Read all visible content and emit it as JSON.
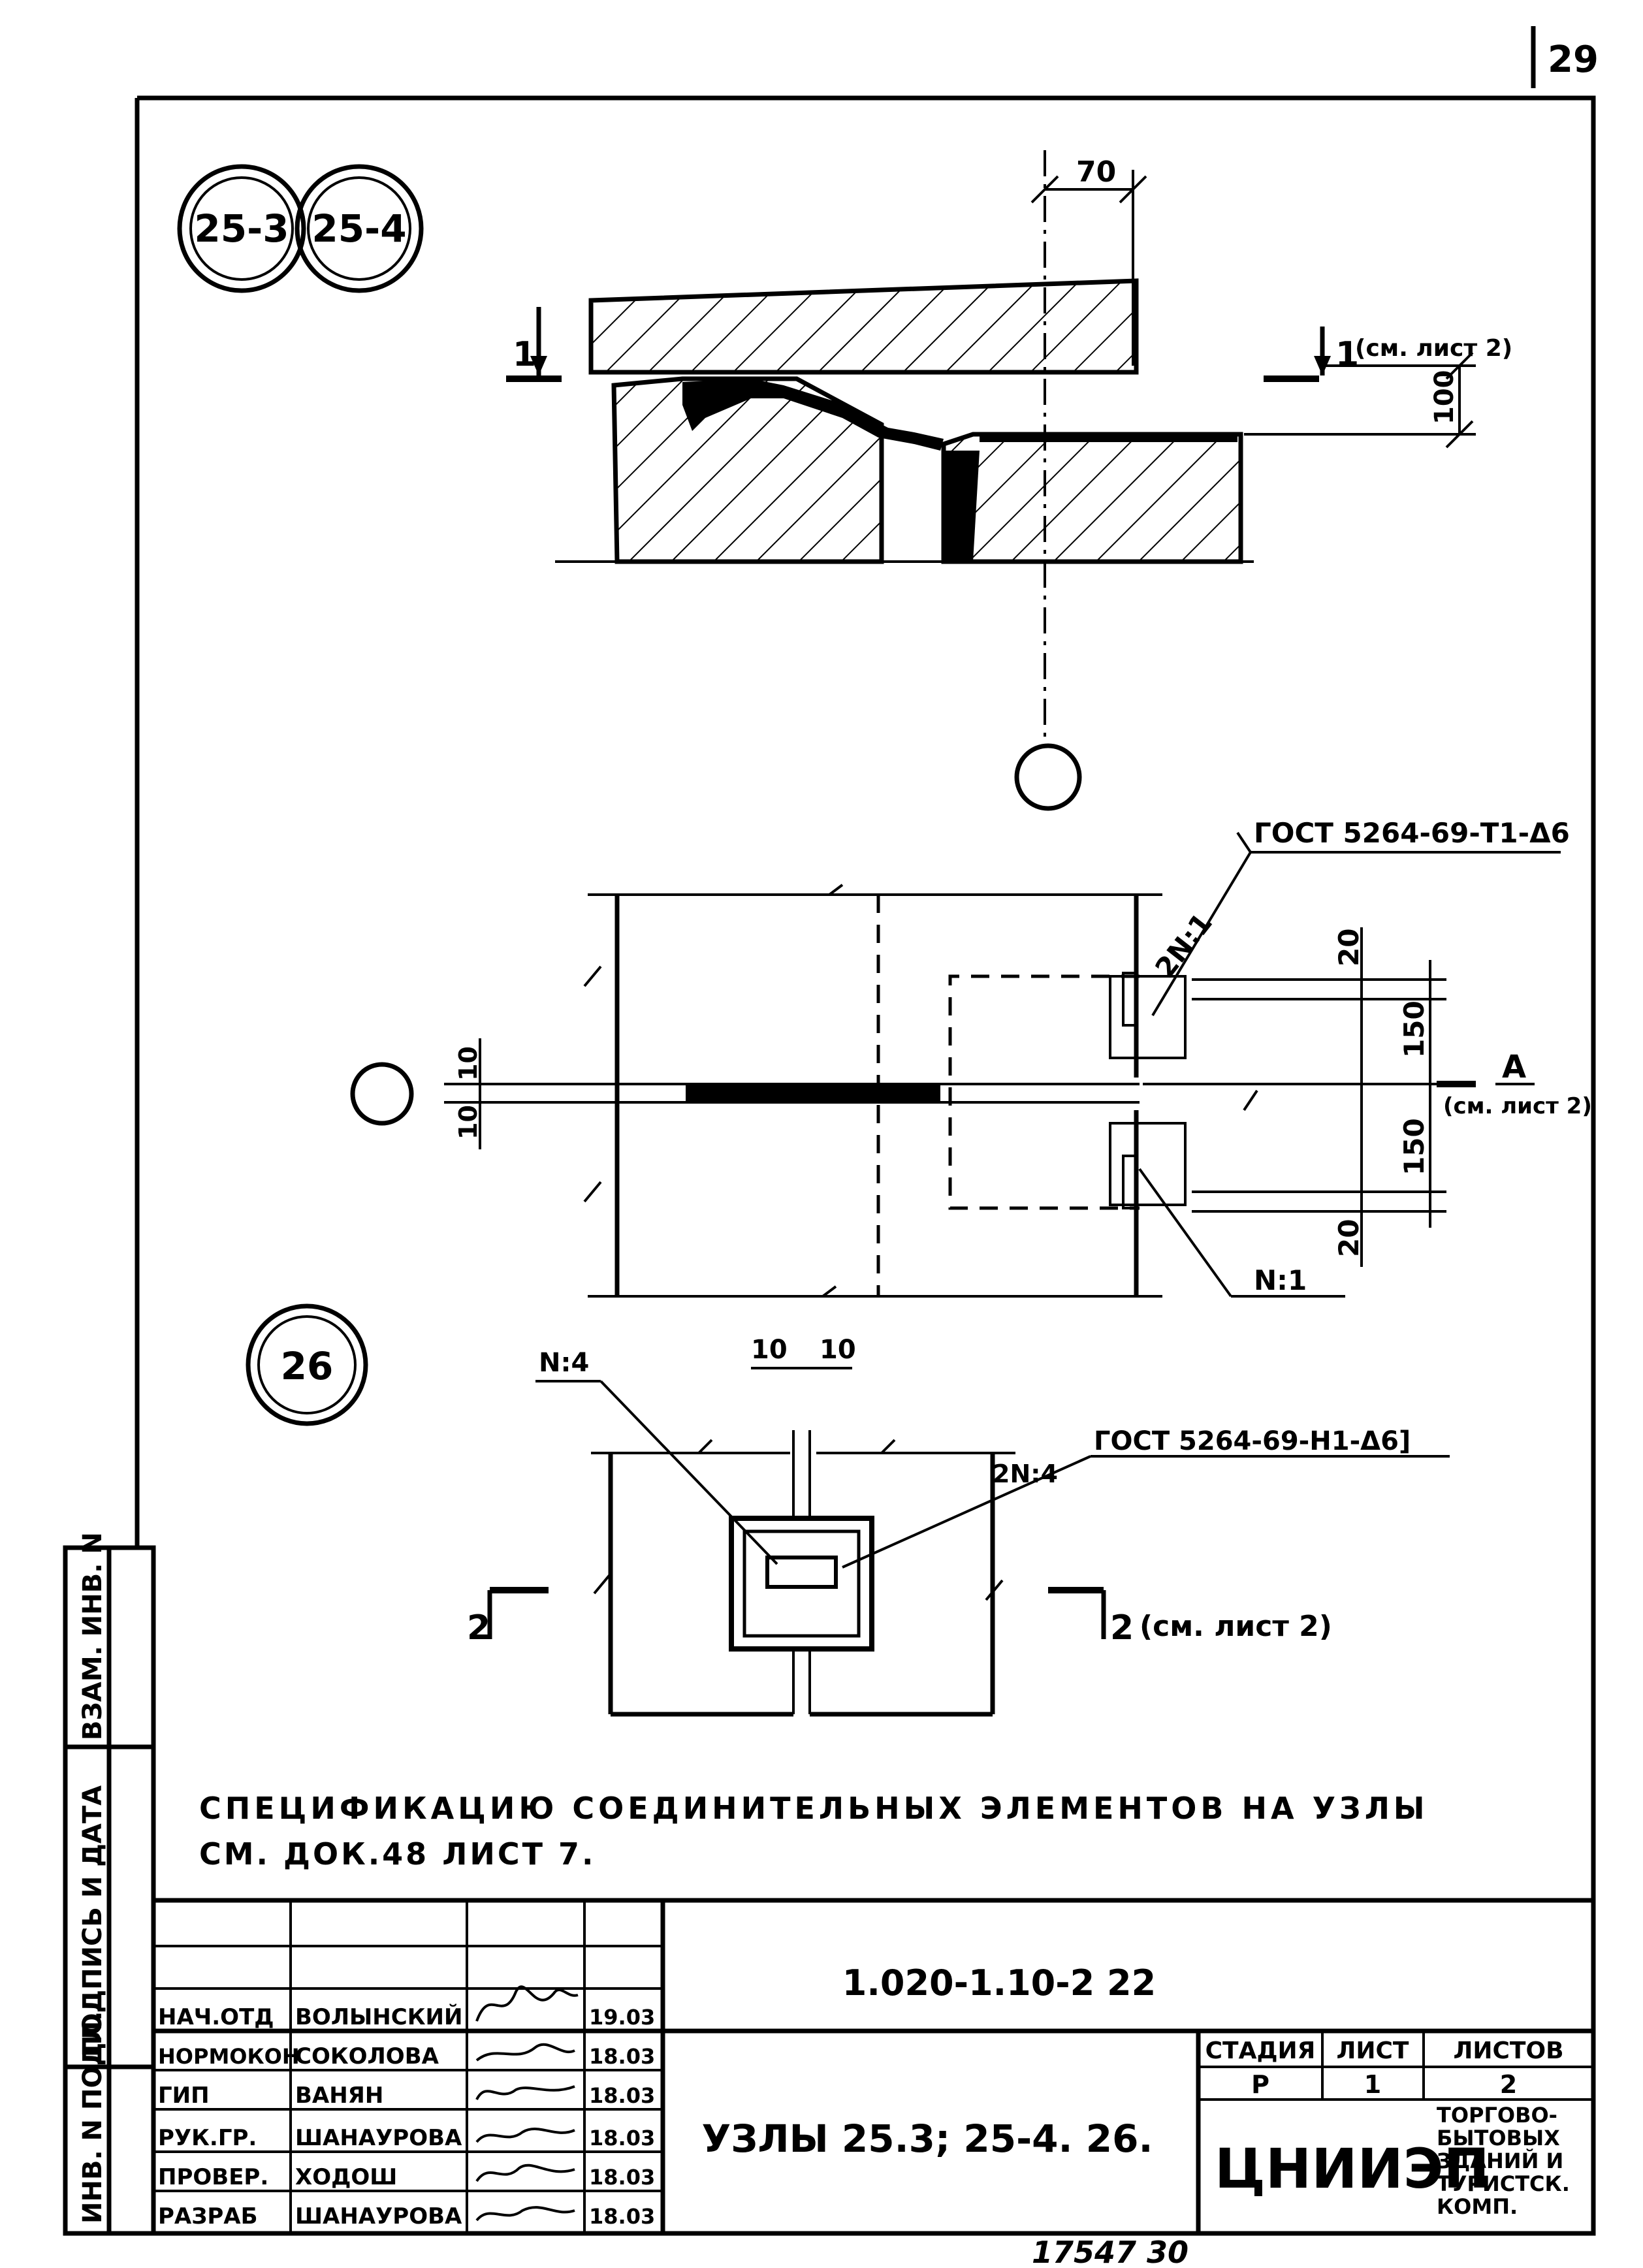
{
  "page_number": "29",
  "detail_marks": {
    "a": "25-3",
    "b": "25-4",
    "c": "26"
  },
  "dims": {
    "d70": "70",
    "d100": "100",
    "d20a": "20",
    "d150a": "150",
    "d150b": "150",
    "d20b": "20",
    "d10a": "10",
    "d10b": "10",
    "d10c": "10",
    "d10d": "10"
  },
  "section_refs": {
    "cut1_left": "1",
    "cut1_right": "1",
    "cut1_note": "(см. лист 2)",
    "cutA": "А",
    "cutA_note": "(см. лист 2)",
    "cut2_left": "2",
    "cut2_right": "2",
    "cut2_note": "(см. лист 2)"
  },
  "callouts": {
    "gost1": "ГОСТ 5264-69-Т1-Δ6",
    "n2n1": "2N:1",
    "n1": "N:1",
    "n4": "N:4",
    "n2n4": "2N:4",
    "gost2": "ГОСТ 5264-69-Н1-Δ6]"
  },
  "note": {
    "line1": "СПЕЦИФИКАЦИЮ  СОЕДИНИТЕЛЬНЫХ  ЭЛЕМЕНТОВ  НА УЗЛЫ",
    "line2": "СМ. ДОК.48 ЛИСТ 7."
  },
  "side_stamp": {
    "inv_podl": "ИНВ. N ПОДЛ.",
    "podpis_data": "ПОДПИСЬ И ДАТА",
    "vzam_inv": "ВЗАМ. ИНВ. N"
  },
  "title_block": {
    "doc_code": "1.020-1.10-2 22",
    "title": "УЗЛЫ 25.3; 25-4. 26.",
    "stage_header": "СТАДИЯ",
    "sheet_header": "ЛИСТ",
    "sheets_header": "ЛИСТОВ",
    "stage": "Р",
    "sheet": "1",
    "sheets": "2",
    "org": "ЦНИИЭП",
    "org_desc": [
      "ТОРГОВО-",
      "БЫТОВЫХ",
      "ЗДАНИЙ И",
      "ТУРИСТСК.",
      "КОМП."
    ],
    "people": [
      {
        "role": "НАЧ.ОТД",
        "name": "ВОЛЫНСКИЙ",
        "date": "19.03"
      },
      {
        "role": "НОРМОКОН",
        "name": "СОКОЛОВА",
        "date": "18.03"
      },
      {
        "role": "ГИП",
        "name": "ВАНЯН",
        "date": "18.03"
      },
      {
        "role": "РУК.ГР.",
        "name": "ШАНАУРОВА",
        "date": "18.03"
      },
      {
        "role": "ПРОВЕР.",
        "name": "ХОДОШ",
        "date": "18.03"
      },
      {
        "role": "РАЗРАБ",
        "name": "ШАНАУРОВА",
        "date": "18.03"
      }
    ]
  },
  "footer_number": "17547   30"
}
